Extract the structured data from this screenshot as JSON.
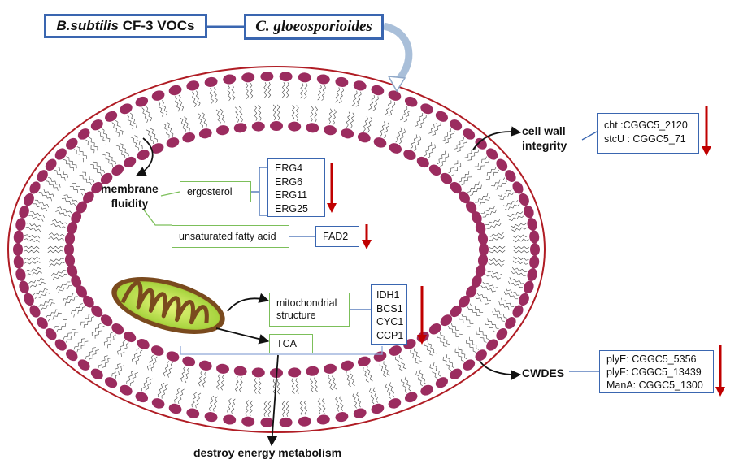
{
  "header": {
    "source_italic": "B.subtilis",
    "source_rest": " CF-3 VOCs",
    "target": "C. gloeosporioides"
  },
  "membrane": {
    "label_line1": "membrane",
    "label_line2": "fluidity",
    "ergosterol": "ergosterol",
    "erg_genes": [
      "ERG4",
      "ERG6",
      "ERG11",
      "ERG25"
    ],
    "ufa": "unsaturated fatty acid",
    "fad": "FAD2"
  },
  "mito": {
    "structure_line1": "mitochondrial",
    "structure_line2": "structure",
    "tca": "TCA",
    "genes": [
      "IDH1",
      "BCS1",
      "CYC1",
      "CCP1"
    ],
    "outcome": "destroy energy metabolism"
  },
  "cell_wall": {
    "label_line1": "cell wall",
    "label_line2": "integrity",
    "genes": [
      "cht :CGGC5_2120",
      "stcU : CGGC5_71"
    ]
  },
  "cwdes": {
    "label": "CWDES",
    "genes": [
      "plyE: CGGC5_5356",
      "plyF: CGGC5_13439",
      "ManA: CGGC5_1300"
    ]
  },
  "colors": {
    "box_border_blue": "#3a66b0",
    "box_border_green": "#7cbf5a",
    "cell_outline": "#b01c24",
    "lipid_head": "#9b2c5f",
    "down_arrow": "#c00000",
    "mito_outer": "#7a4a1e",
    "mito_inner": "#9acd32"
  },
  "icons": [
    "lipid-bilayer-icon",
    "mitochondrion-icon",
    "down-arrow-icon"
  ]
}
